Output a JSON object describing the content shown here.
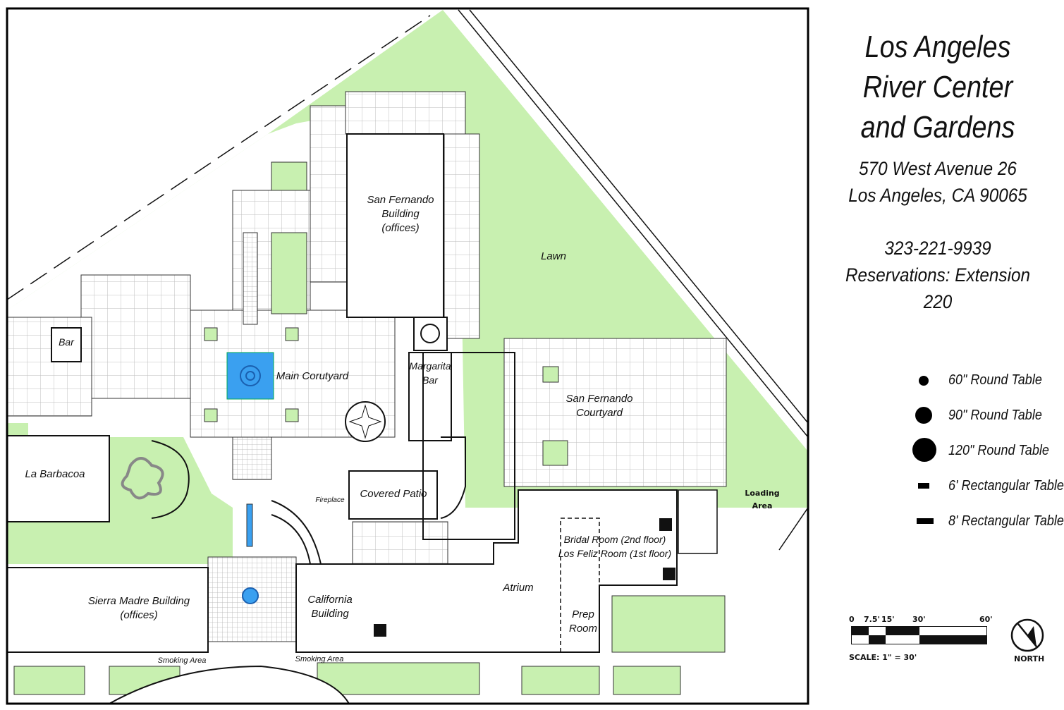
{
  "site": {
    "title_lines": [
      "Los Angeles",
      "River Center",
      "and Gardens"
    ],
    "address_lines": [
      "570 West Avenue 26",
      "Los Angeles, CA 90065"
    ],
    "phone": "323-221-9939",
    "reservations": "Reservations: Extension 220"
  },
  "areas": {
    "bar": "Bar",
    "la_barbacoa": "La Barbacoa",
    "main_courtyard": "Main Corutyard",
    "margarita_bar_1": "Margarita",
    "margarita_bar_2": "Bar",
    "san_fernando_building_1": "San Fernando",
    "san_fernando_building_2": "Building",
    "san_fernando_building_3": "(offices)",
    "lawn": "Lawn",
    "san_fernando_courtyard_1": "San Fernando",
    "san_fernando_courtyard_2": "Courtyard",
    "covered_patio": "Covered Patio",
    "fireplace": "Fireplace",
    "loading_area_1": "Loading",
    "loading_area_2": "Area",
    "bridal_room": "Bridal Room (2nd floor)",
    "los_feliz_room": "Los Feliz Room (1st floor)",
    "atrium": "Atrium",
    "prep_room_1": "Prep",
    "prep_room_2": "Room",
    "sierra_madre_1": "Sierra Madre Building",
    "sierra_madre_2": "(offices)",
    "california_1": "California",
    "california_2": "Building",
    "smoking_area_1": "Smoking Area",
    "smoking_area_2": "Smoking Area"
  },
  "legend": [
    {
      "label": "60\" Round Table",
      "symbol": "circle-small"
    },
    {
      "label": "90\" Round Table",
      "symbol": "circle-medium"
    },
    {
      "label": "120\" Round Table",
      "symbol": "circle-large"
    },
    {
      "label": "6' Rectangular Table",
      "symbol": "rect-short"
    },
    {
      "label": "8' Rectangular Table",
      "symbol": "rect-long"
    }
  ],
  "scale_bar": {
    "ticks": [
      "0",
      "7.5'",
      "15'",
      "30'",
      "60'"
    ],
    "caption": "SCALE: 1\" = 30'"
  },
  "north_label": "NORTH",
  "colors": {
    "lawn": "#c8f0b0",
    "water": "#3aa0f0",
    "outline": "#111111",
    "paving_grid": "#bbbbbb"
  }
}
